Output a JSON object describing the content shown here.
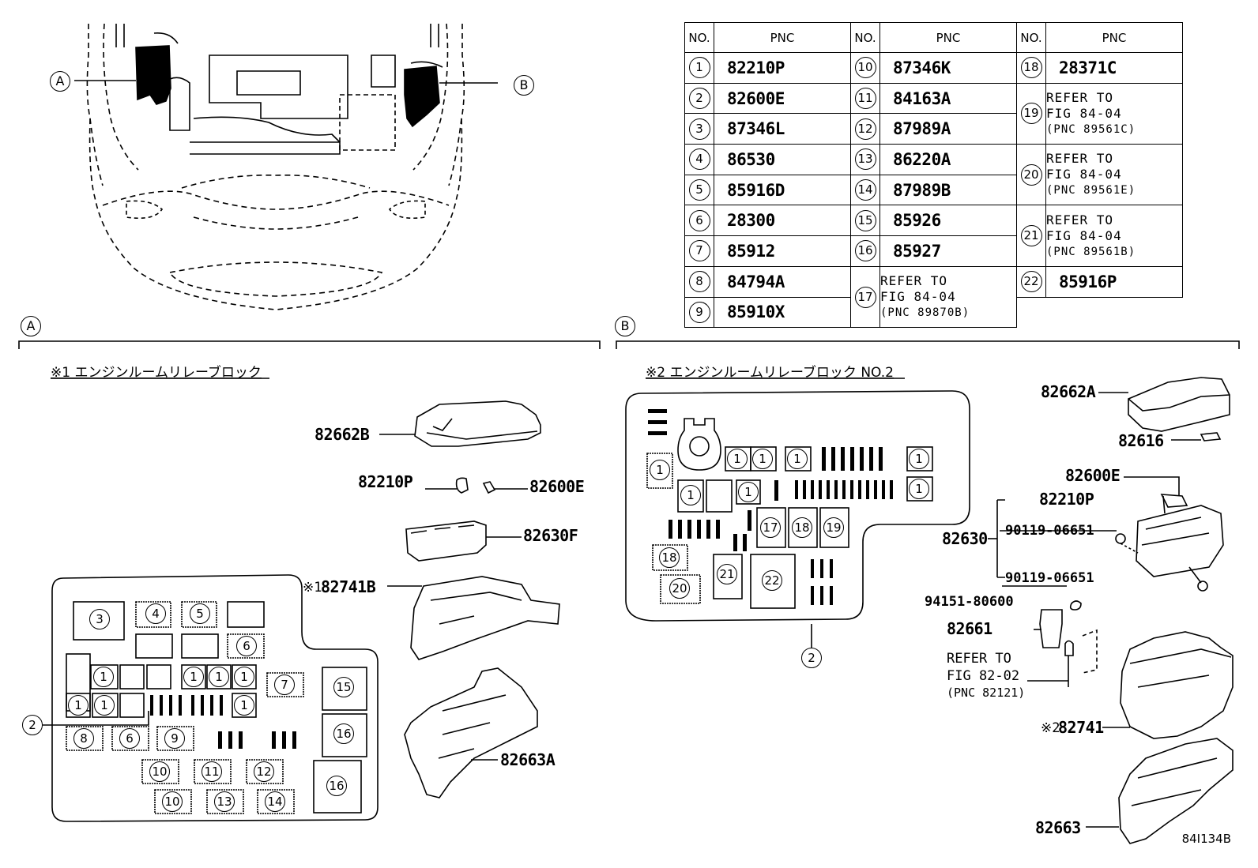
{
  "section_labels": {
    "a": "A",
    "b": "B"
  },
  "table": {
    "headers": [
      "NO.",
      "PNC",
      "NO.",
      "PNC",
      "NO.",
      "PNC"
    ],
    "col1": [
      {
        "no": "1",
        "pnc": "82210P"
      },
      {
        "no": "2",
        "pnc": "82600E"
      },
      {
        "no": "3",
        "pnc": "87346L"
      },
      {
        "no": "4",
        "pnc": "86530"
      },
      {
        "no": "5",
        "pnc": "85916D"
      },
      {
        "no": "6",
        "pnc": "28300"
      },
      {
        "no": "7",
        "pnc": "85912"
      },
      {
        "no": "8",
        "pnc": "84794A"
      },
      {
        "no": "9",
        "pnc": "85910X"
      }
    ],
    "col2": [
      {
        "no": "10",
        "pnc": "87346K"
      },
      {
        "no": "11",
        "pnc": "84163A"
      },
      {
        "no": "12",
        "pnc": "87989A"
      },
      {
        "no": "13",
        "pnc": "86220A"
      },
      {
        "no": "14",
        "pnc": "87989B"
      },
      {
        "no": "15",
        "pnc": "85926"
      },
      {
        "no": "16",
        "pnc": "85927"
      }
    ],
    "col2_ref": {
      "no": "17",
      "line1": "REFER TO",
      "line2": "FIG 84-04",
      "line3": "(PNC 89870B)"
    },
    "col3_first": {
      "no": "18",
      "pnc": "28371C"
    },
    "col3_refs": [
      {
        "no": "19",
        "line1": "REFER TO",
        "line2": "FIG 84-04",
        "line3": "(PNC 89561C)"
      },
      {
        "no": "20",
        "line1": "REFER TO",
        "line2": "FIG 84-04",
        "line3": "(PNC 89561E)"
      },
      {
        "no": "21",
        "line1": "REFER TO",
        "line2": "FIG 84-04",
        "line3": "(PNC 89561B)"
      }
    ],
    "col3_last": {
      "no": "22",
      "pnc": "85916P"
    }
  },
  "left": {
    "title": "※1 エンジンルームリレーブロック",
    "parts": {
      "cover": "82662B",
      "fuse": "82210P",
      "clip": "82600E",
      "block": "82630F",
      "case_mark": "※1",
      "case": "82741B",
      "lower": "82663A"
    },
    "pointer_no": "2",
    "grid": [
      "3",
      "4",
      "5",
      "6",
      "1",
      "1",
      "1",
      "1",
      "7",
      "15",
      "1",
      "1",
      "1",
      "8",
      "6",
      "9",
      "16",
      "10",
      "11",
      "12",
      "16",
      "10",
      "13",
      "14"
    ]
  },
  "right": {
    "title": "※2 エンジンルームリレーブロック  NO.2",
    "parts": {
      "cover": "82662A",
      "clip_small": "82616",
      "clip": "82600E",
      "fuse": "82210P",
      "block": "82630",
      "bolt1": "90119-06651",
      "bolt2": "90119-06651",
      "nut": "94151-80600",
      "terminal": "82661",
      "ref1": "REFER TO",
      "ref2": "FIG 82-02",
      "ref3": "(PNC 82121)",
      "case_mark": "※2",
      "case": "82741",
      "lower": "82663"
    },
    "pointer_no": "2",
    "grid": [
      "1",
      "1",
      "1",
      "1",
      "1",
      "1",
      "1",
      "1",
      "17",
      "18",
      "19",
      "18",
      "21",
      "22",
      "20"
    ]
  },
  "figure_code": "84I134B"
}
